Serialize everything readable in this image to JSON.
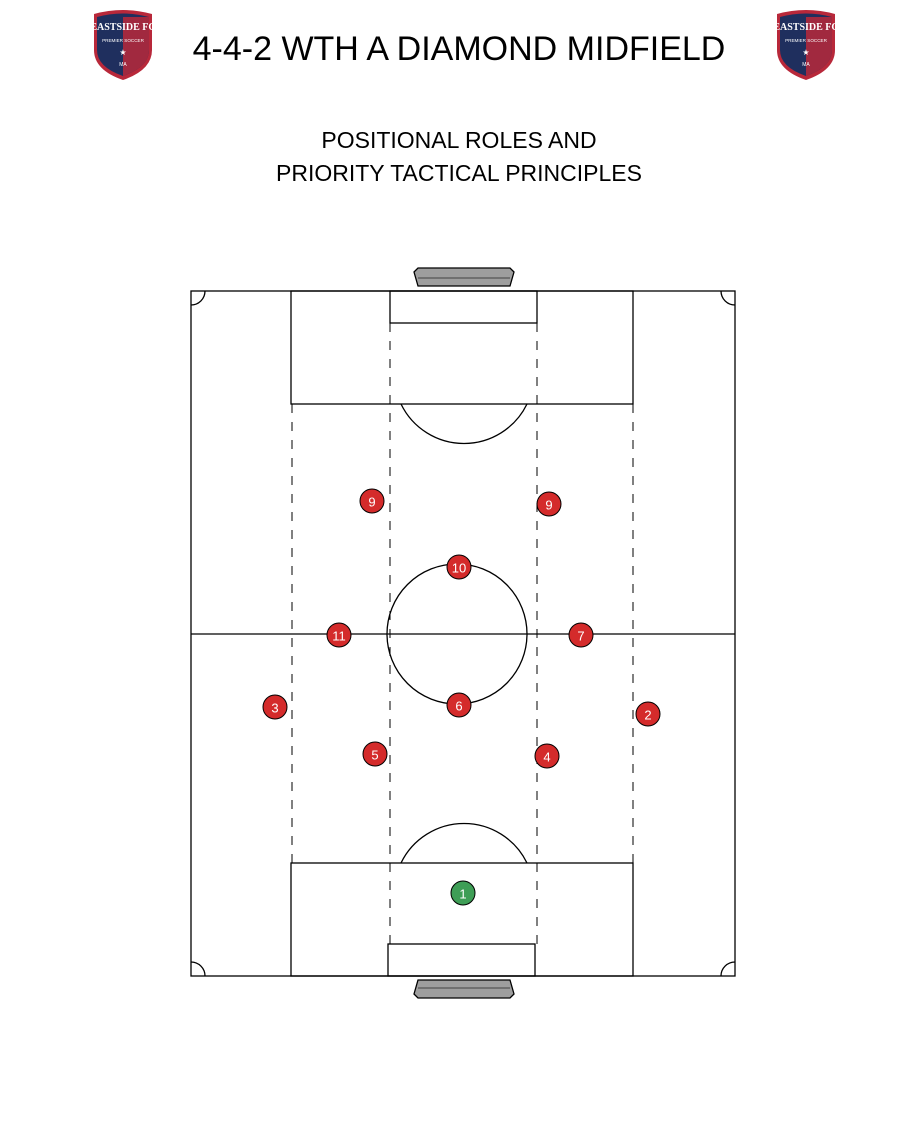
{
  "header": {
    "title": "4-4-2 WTH A DIAMOND MIDFIELD",
    "subtitle_line1": "POSITIONAL ROLES AND",
    "subtitle_line2": "PRIORITY TACTICAL PRINCIPLES"
  },
  "crest": {
    "name": "EASTSIDE FC",
    "tagline": "PREMIER SOCCER",
    "region": "MA",
    "colors": {
      "navy": "#1f2f5e",
      "red": "#b8283a",
      "white": "#ffffff"
    }
  },
  "colors": {
    "outfield": "#d42b2b",
    "goalkeeper": "#3e9e56",
    "lines": "#000000"
  },
  "players": [
    {
      "number": "9",
      "role": "outfield"
    },
    {
      "number": "9",
      "role": "outfield"
    },
    {
      "number": "10",
      "role": "outfield"
    },
    {
      "number": "11",
      "role": "outfield"
    },
    {
      "number": "7",
      "role": "outfield"
    },
    {
      "number": "3",
      "role": "outfield"
    },
    {
      "number": "6",
      "role": "outfield"
    },
    {
      "number": "2",
      "role": "outfield"
    },
    {
      "number": "5",
      "role": "outfield"
    },
    {
      "number": "4",
      "role": "outfield"
    },
    {
      "number": "1",
      "role": "goalkeeper"
    }
  ]
}
